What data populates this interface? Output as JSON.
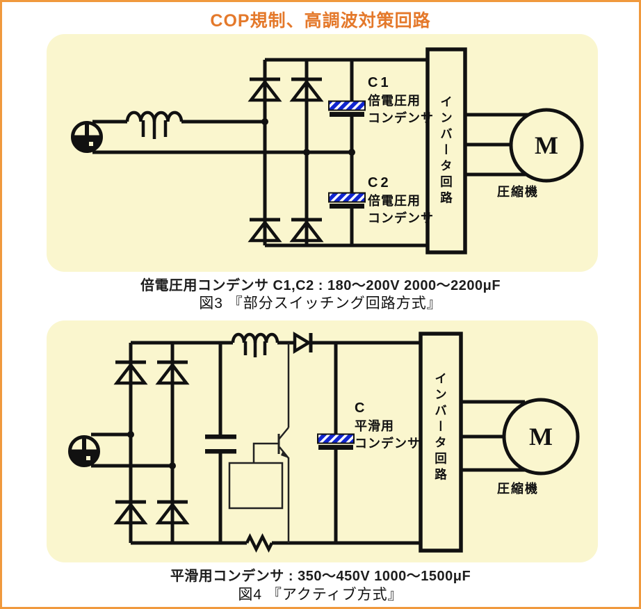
{
  "title": "COP規制、高調波対策回路",
  "fig3": {
    "c1": {
      "name": "C1",
      "desc1": "倍電圧用",
      "desc2": "コンデンサ"
    },
    "c2": {
      "name": "C2",
      "desc1": "倍電圧用",
      "desc2": "コンデンサ"
    },
    "inverter": "インバータ回路",
    "motor": "M",
    "compressor": "圧縮機",
    "spec": "倍電圧用コンデンサ C1,C2 : 180～200V 2000～2200μF",
    "caption": "図3 『部分スイッチング回路方式』"
  },
  "fig4": {
    "c": {
      "name": "C",
      "desc1": "平滑用",
      "desc2": "コンデンサ"
    },
    "inverter": "インバータ回路",
    "motor": "M",
    "compressor": "圧縮機",
    "spec": "平滑用コンデンサ : 350～450V 1000～1500μF",
    "caption": "図4 『アクティブ方式』"
  },
  "colors": {
    "page_border": "#F0993D",
    "title_text": "#E4792B",
    "panel_background": "#FAF6CE",
    "capacitor_stripe_blue": "#1126D0",
    "line_black": "#111111"
  }
}
